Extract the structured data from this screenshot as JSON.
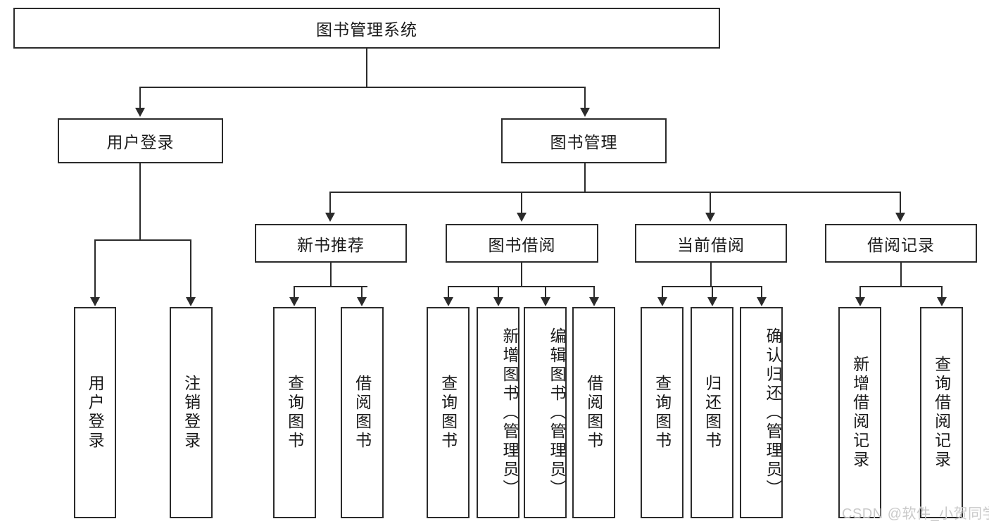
{
  "diagram": {
    "title_node": {
      "label": "图书管理系统"
    },
    "level2": [
      {
        "label": "用户登录"
      },
      {
        "label": "图书管理"
      }
    ],
    "level3": [
      {
        "label": "新书推荐"
      },
      {
        "label": "图书借阅"
      },
      {
        "label": "当前借阅"
      },
      {
        "label": "借阅记录"
      }
    ],
    "leaves": {
      "user_login": [
        {
          "label": "用户登录"
        },
        {
          "label": "注销登录"
        }
      ],
      "new_book_recommend": [
        {
          "label": "查询图书"
        },
        {
          "label": "借阅图书"
        }
      ],
      "book_borrow": [
        {
          "label": "查询图书"
        },
        {
          "label": "新增图书（管理员）"
        },
        {
          "label": "编辑图书（管理员）"
        },
        {
          "label": "借阅图书"
        }
      ],
      "current_borrow": [
        {
          "label": "查询图书"
        },
        {
          "label": "归还图书"
        },
        {
          "label": "确认归还（管理员）"
        }
      ],
      "borrow_record": [
        {
          "label": "新增借阅记录"
        },
        {
          "label": "查询借阅记录"
        }
      ]
    },
    "watermark": {
      "text": "CSDN @软件_小贺同学"
    },
    "colors": {
      "stroke": "#2b2b2b",
      "fill": "#ffffff",
      "text": "#1a1a1a",
      "watermark": "#c9c9c9"
    }
  }
}
